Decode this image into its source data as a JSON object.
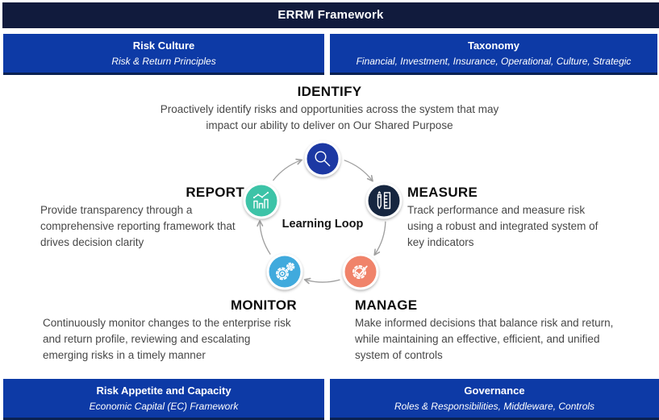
{
  "header": {
    "title": "ERRM Framework"
  },
  "top_bars": [
    {
      "title": "Risk Culture",
      "subtitle": "Risk & Return Principles"
    },
    {
      "title": "Taxonomy",
      "subtitle": "Financial, Investment, Insurance, Operational, Culture, Strategic"
    }
  ],
  "bottom_bars": [
    {
      "title": "Risk Appetite and Capacity",
      "subtitle": "Economic Capital (EC) Framework"
    },
    {
      "title": "Governance",
      "subtitle": "Roles & Responsibilities, Middleware, Controls"
    }
  ],
  "loop": {
    "center_label": "Learning Loop",
    "direction": "clockwise",
    "order": [
      "IDENTIFY",
      "MEASURE",
      "MANAGE",
      "MONITOR",
      "REPORT"
    ],
    "nodes": [
      {
        "id": "identify",
        "label": "IDENTIFY",
        "icon": "magnifier-icon",
        "color": "#1a39a3",
        "description": "Proactively identify risks and opportunities across the system that may impact our ability to deliver on Our Shared Purpose"
      },
      {
        "id": "measure",
        "label": "MEASURE",
        "icon": "pencil-ruler-icon",
        "color": "#15253f",
        "description": "Track performance and measure risk using a robust and integrated system of key indicators"
      },
      {
        "id": "manage",
        "label": "MANAGE",
        "icon": "gear-check-icon",
        "color": "#f0836a",
        "description": "Make informed decisions that balance risk and return, while maintaining an effective, efficient, and unified system of controls"
      },
      {
        "id": "monitor",
        "label": "MONITOR",
        "icon": "gears-icon",
        "color": "#41aadd",
        "description": "Continuously monitor changes to the enterprise risk and return profile, reviewing and escalating emerging risks in a timely manner"
      },
      {
        "id": "report",
        "label": "REPORT",
        "icon": "bar-chart-trend-icon",
        "color": "#3cc3a7",
        "description": "Provide transparency through a comprehensive reporting framework that drives decision clarity"
      }
    ]
  },
  "palette": {
    "header_bg": "#111b3d",
    "bar_bg": "#0d3aa6",
    "bar_border": "#0a2152",
    "arrow": "#9e9e9e",
    "body_text": "#474747",
    "title_text": "#0e0e0e"
  }
}
